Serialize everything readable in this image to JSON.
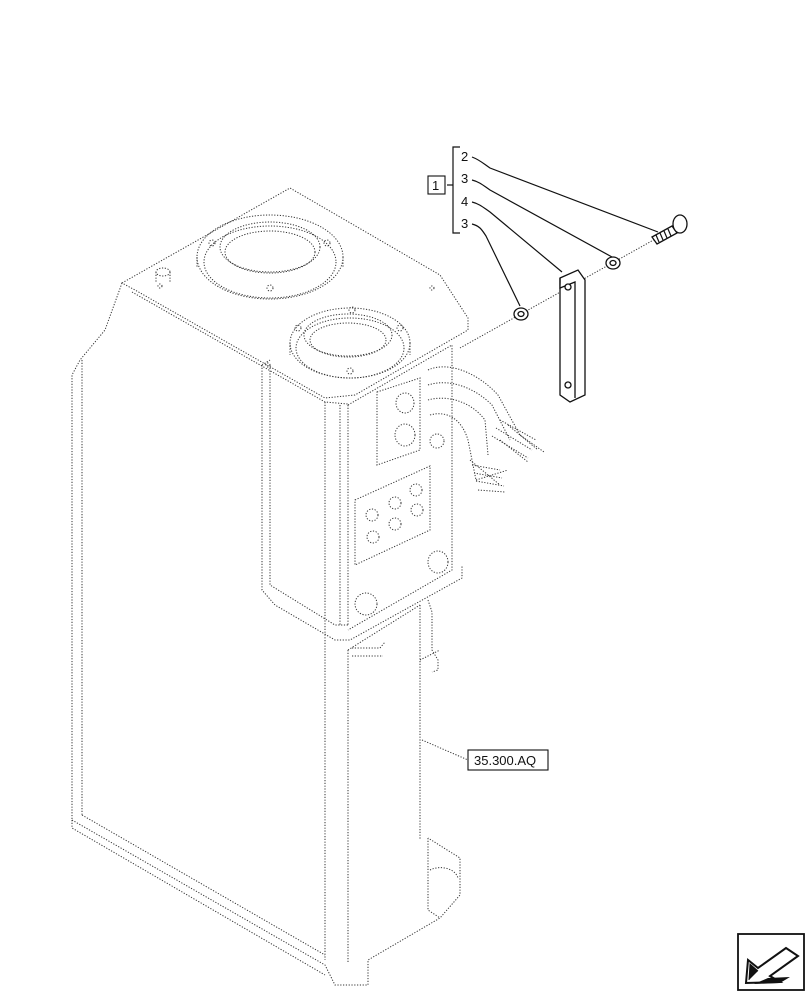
{
  "callouts": {
    "group_ref": "1",
    "items": [
      "2",
      "3",
      "4",
      "3"
    ]
  },
  "reference_box": "35.300.AQ",
  "nav_icon": "arrow-icon"
}
